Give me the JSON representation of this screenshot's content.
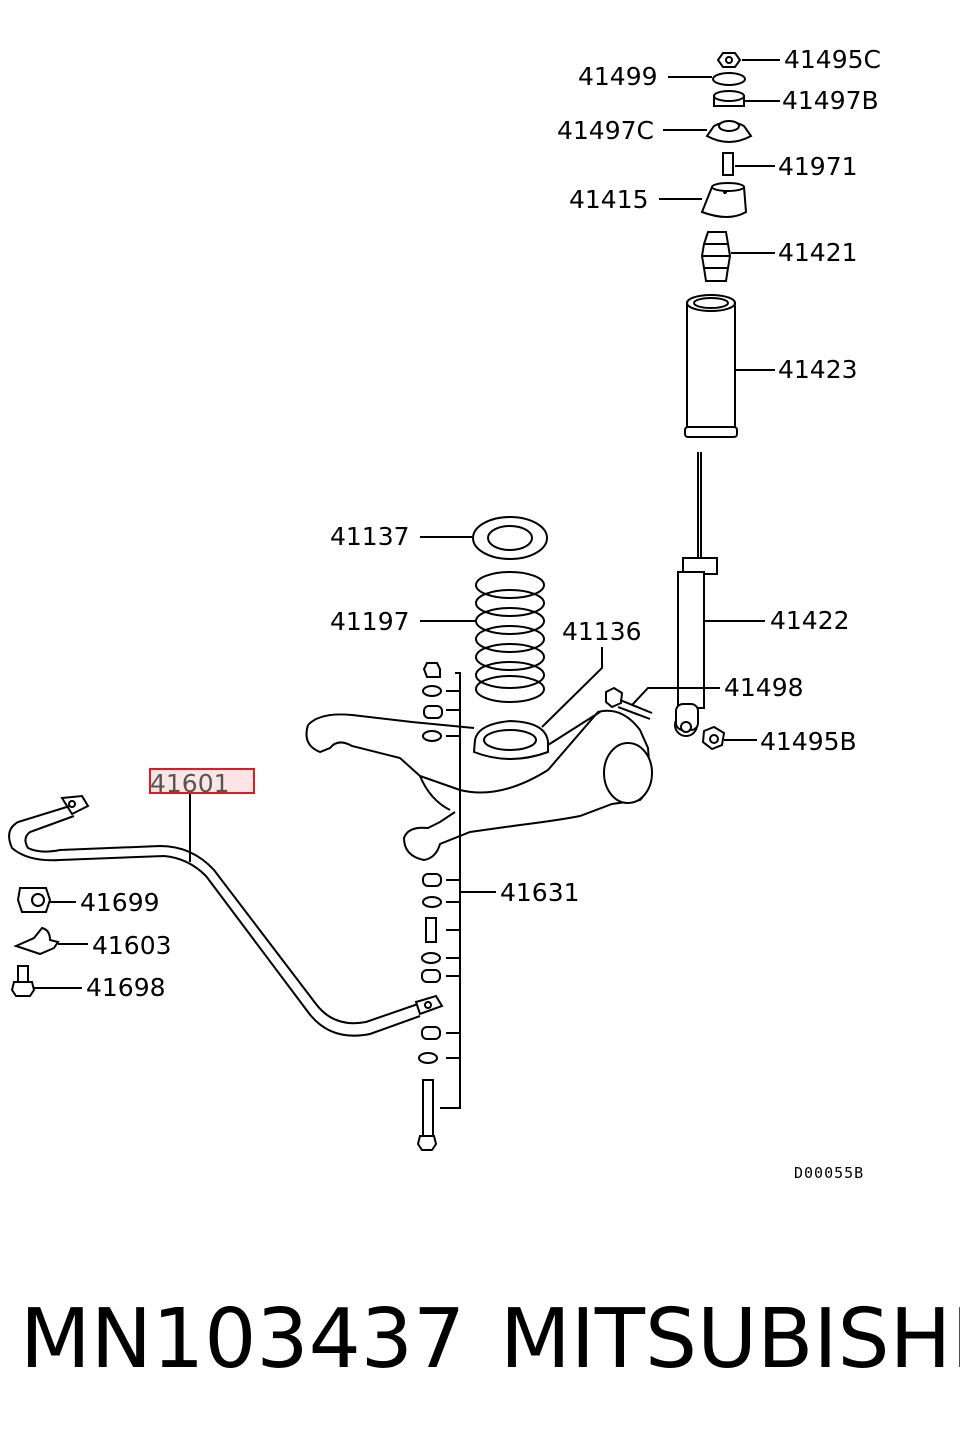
{
  "callouts": {
    "c41495C": "41495C",
    "c41499": "41499",
    "c41497B": "41497B",
    "c41497C": "41497C",
    "c41971": "41971",
    "c41415": "41415",
    "c41421": "41421",
    "c41423": "41423",
    "c41137": "41137",
    "c41197": "41197",
    "c41136": "41136",
    "c41422": "41422",
    "c41498": "41498",
    "c41495B": "41495B",
    "c41601": "41601",
    "c41631": "41631",
    "c41699": "41699",
    "c41603": "41603",
    "c41698": "41698"
  },
  "highlight": {
    "part": "41601",
    "color": "#e0191e",
    "fill": "#fde5e5"
  },
  "diagram_code": "D00055B",
  "footer": {
    "part_number": "MN103437",
    "brand": "MITSUBISHI"
  }
}
